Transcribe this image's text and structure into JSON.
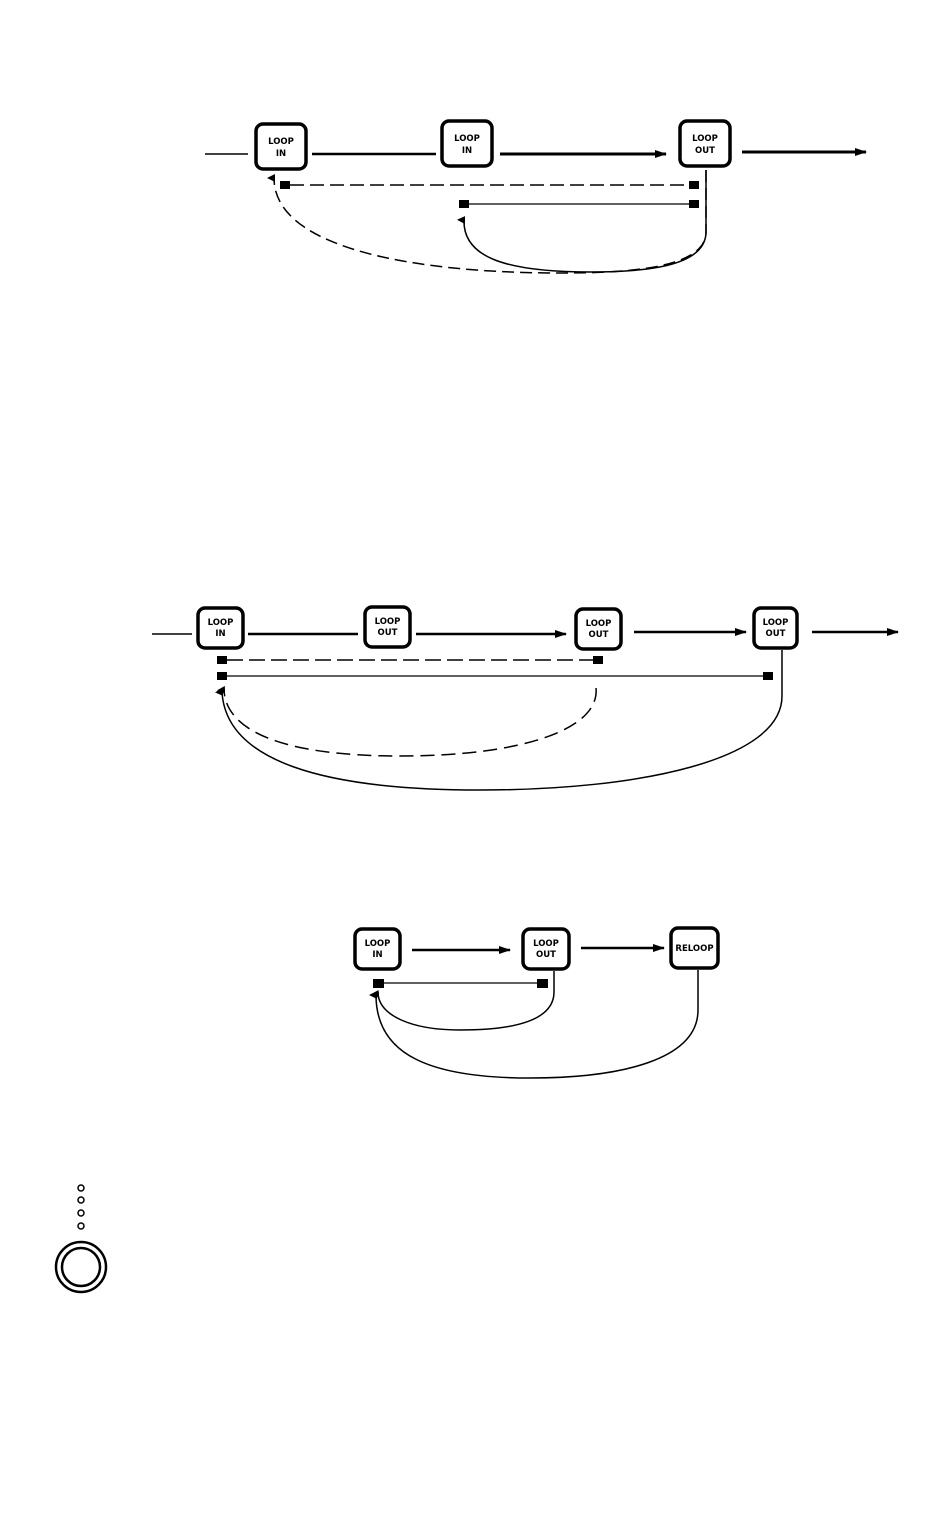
{
  "buttons": {
    "loop_in_l1": "LOOP",
    "loop_in_l2": "IN",
    "loop_out_l1": "LOOP",
    "loop_out_l2": "OUT",
    "reloop": "RELOOP"
  },
  "colors": {
    "ink": "#000000",
    "button_bg": "#ffffff",
    "page_bg": "#ffffff"
  },
  "icons": [
    "rotary-knob-icon",
    "led-indicator-icon"
  ]
}
